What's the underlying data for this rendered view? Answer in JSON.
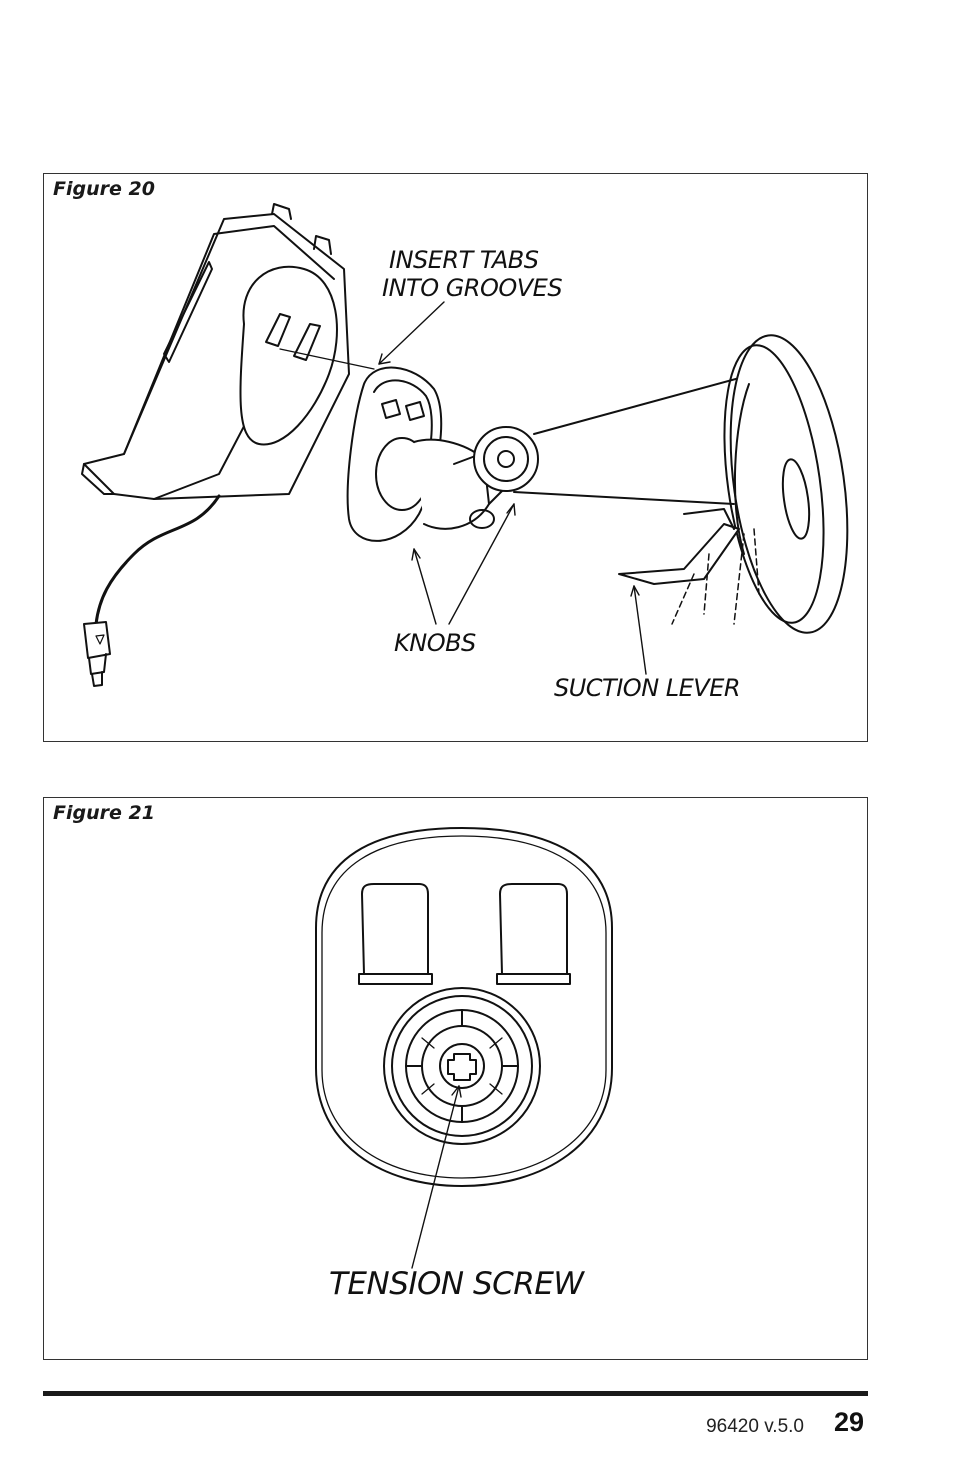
{
  "figure20": {
    "title": "Figure 20",
    "callouts": {
      "tabs_line1": "INSERT TABS",
      "tabs_line2": "INTO GROOVES",
      "knobs": "KNOBS",
      "suction_lever": "SUCTION LEVER"
    }
  },
  "figure21": {
    "title": "Figure 21",
    "callouts": {
      "tension_screw": "TENSION SCREW"
    }
  },
  "footer": {
    "doc_id": "96420 v.5.0",
    "page_number": "29"
  }
}
